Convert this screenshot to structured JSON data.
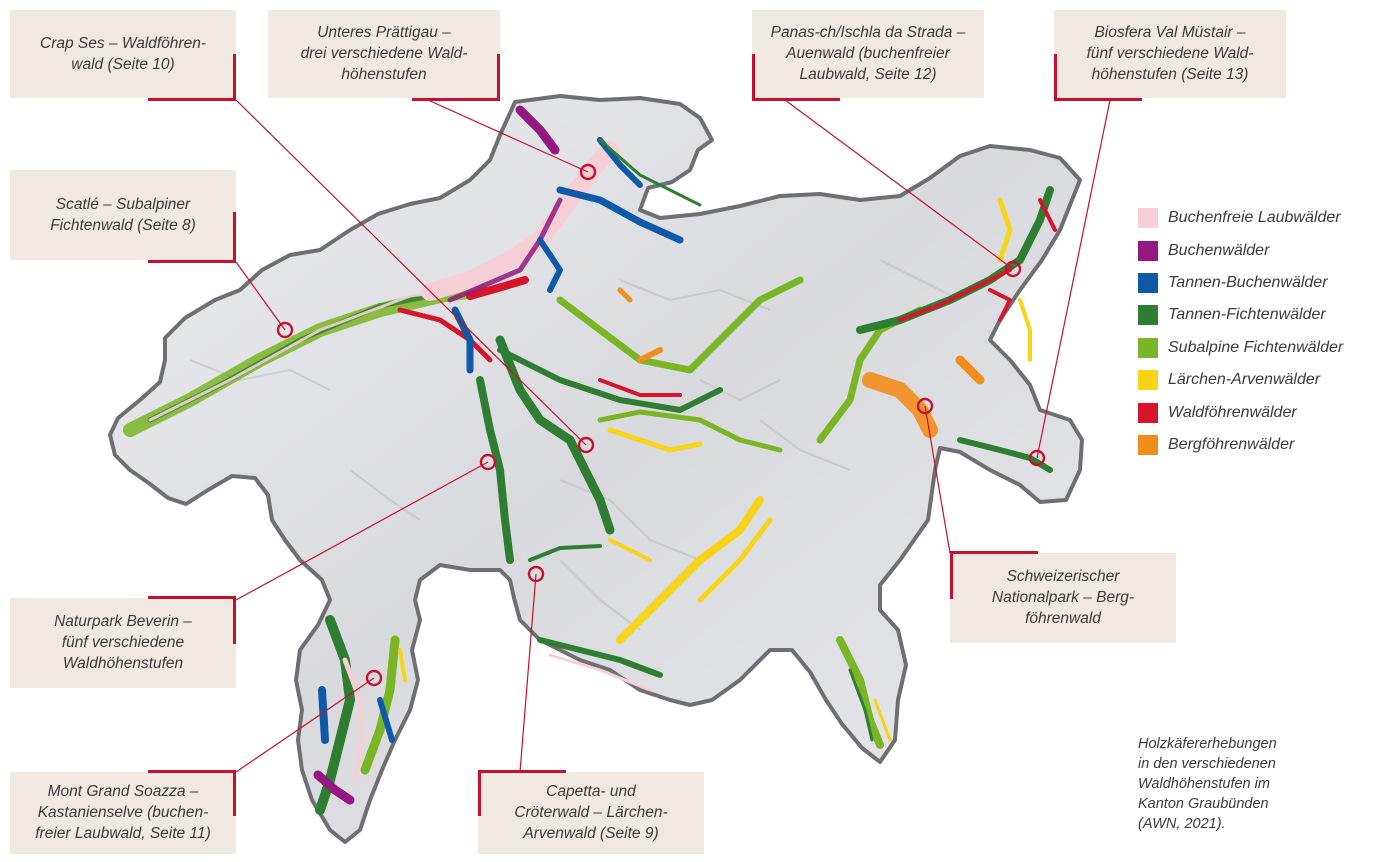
{
  "labels": {
    "crap_ses": "Crap Ses – Waldföhren-\nwald (Seite 10)",
    "praettigau": "Unteres Prättigau –\ndrei verschiedene Wald-\nhöhenstufen",
    "panas": "Panas-ch/Ischla da Strada –\nAuenwald (buchenfreier\nLaubwald, Seite 12)",
    "val_muestair": "Biosfera Val Müstair –\nfünf verschiedene Wald-\nhöhenstufen (Seite 13)",
    "scatle": "Scatlé – Subalpiner\nFichtenwald (Seite 8)",
    "beverin": "Naturpark Beverin –\nfünf verschiedene\nWaldhöhenstufen",
    "nationalpark": "Schweizerischer\nNationalpark – Berg-\nföhrenwald",
    "soazza": "Mont Grand Soazza –\nKastanienselve (buchen-\nfreier Laubwald, Seite 11)",
    "capetta": "Capetta- und\nCröterwald – Lärchen-\nArvenwald (Seite 9)"
  },
  "legend": [
    {
      "label": "Buchenfreie Laubwälder",
      "color": "#f6cfd6"
    },
    {
      "label": "Buchenwälder",
      "color": "#93187f"
    },
    {
      "label": "Tannen-Buchenwälder",
      "color": "#0e5aa6"
    },
    {
      "label": "Tannen-Fichtenwälder",
      "color": "#2e7d32"
    },
    {
      "label": "Subalpine Fichtenwälder",
      "color": "#7ab526"
    },
    {
      "label": "Lärchen-Arvenwälder",
      "color": "#f7d417"
    },
    {
      "label": "Waldföhrenwälder",
      "color": "#d7142b"
    },
    {
      "label": "Bergföhrenwälder",
      "color": "#f28c1b"
    }
  ],
  "caption": "Holzkäfererhebungen\nin den verschiedenen\nWaldhöhenstufen im\nKanton Graubünden\n(AWN, 2021).",
  "colors": {
    "accent": "#c8102e",
    "label_bg": "#efe9e1",
    "terrain": "#dcdde0",
    "border": "#6e6e73"
  }
}
